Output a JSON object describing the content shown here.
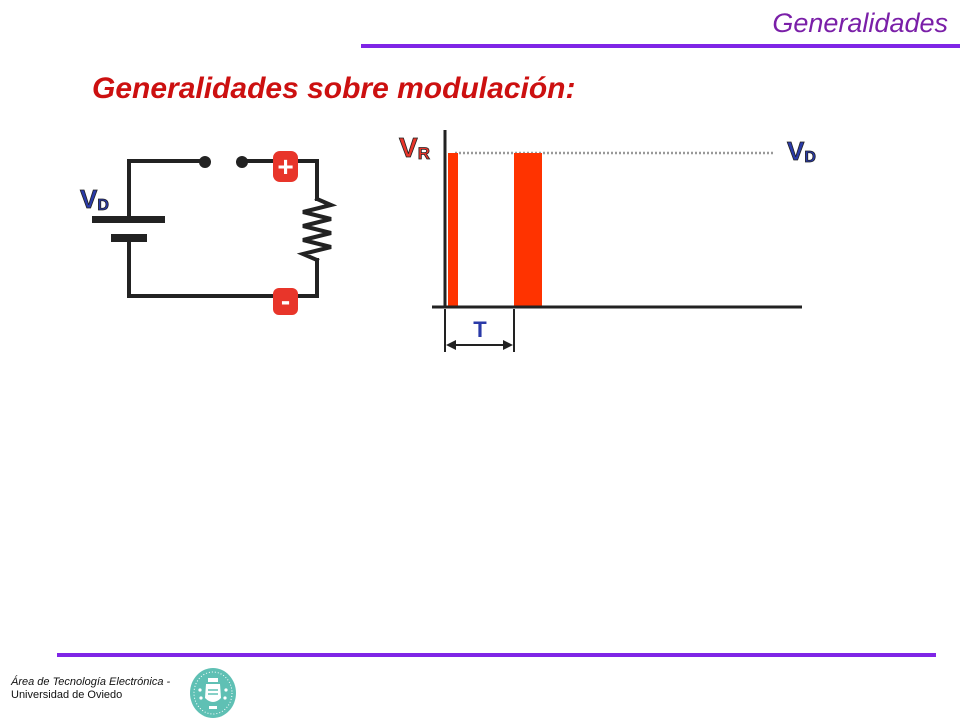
{
  "header": {
    "section_title": "Generalidades",
    "slide_title": "Generalidades sobre modulación:"
  },
  "circuit": {
    "source_label_main": "V",
    "source_label_sub": "D",
    "plus_terminal": "+",
    "minus_terminal": "-"
  },
  "waveform": {
    "peak_label_left_main": "V",
    "peak_label_left_sub": "R",
    "peak_label_right_main": "V",
    "peak_label_right_sub": "D",
    "period_label": "T"
  },
  "footer": {
    "line1": "Área de Tecnología Electrónica -",
    "line2": "Universidad de Oviedo"
  },
  "colors": {
    "purple_text": "#7a1fa8",
    "purple_rule": "#7f25e6",
    "title_red": "#cc1010",
    "terminal_red": "#e8352a",
    "pulse_red": "#ff3300",
    "label_blue": "#2a3aa8",
    "logo_teal": "#5fc0b4"
  },
  "icons": {
    "logo": "university-seal-icon"
  }
}
